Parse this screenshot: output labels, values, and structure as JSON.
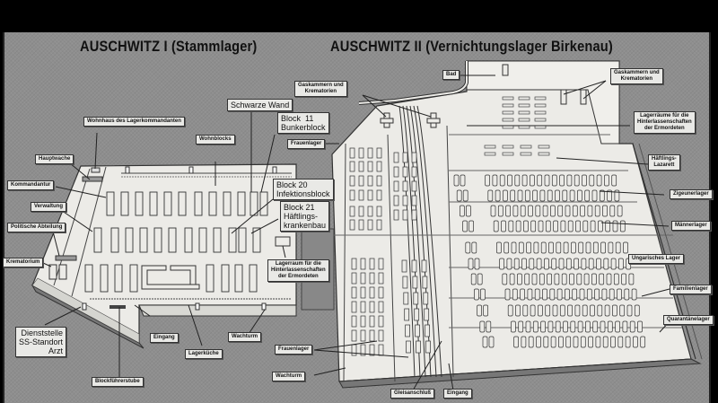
{
  "titles": {
    "auschwitz1": "AUSCHWITZ I  (Stammlager)",
    "auschwitz2": "AUSCHWITZ II  (Vernichtungslager Birkenau)"
  },
  "colors": {
    "background": "#8e8e8e",
    "camp_ground": "#ecebe7",
    "ink": "#222222",
    "frame": "#000000"
  },
  "auschwitz1_labels": {
    "wohnhaus": "Wohnhaus des Lagerkommandanten",
    "hauptwache": "Hauptwache",
    "kommandantur": "Kommandantur",
    "verwaltung": "Verwaltung",
    "politische": "Politische Abteilung",
    "krematorium": "Krematorium",
    "wohnblocks": "Wohnblocks",
    "schwarze_wand": "Schwarze Wand",
    "block11": "Block  11\nBunkerblock",
    "block20": "Block 20\nInfektionsblock",
    "block21": "Block 21\nHäftlings-\nkrankenbau",
    "lagerraum": "Lagerraum für die\nHinterlassenschaften\nder Ermordeten",
    "dienststelle": "Dienststelle\nSS-Standort\nArzt",
    "eingang": "Eingang",
    "lagerkueche": "Lagerküche",
    "wachturm": "Wachturm",
    "blockfuehrerstube": "Blockführerstube"
  },
  "auschwitz2_labels": {
    "bad": "Bad",
    "gaskammern_left": "Gaskammern und\nKrematorien",
    "gaskammern_right": "Gaskammern und\nKrematorien",
    "frauenlager_top": "Frauenlager",
    "lagerraeume": "Lagerräume für die\nHinterlassenschaften\nder Ermordeten",
    "haeftlingslazarett": "Häftlings-\nLazarett",
    "zigeunerlager": "Zigeunerlager",
    "maennerlager": "Männerlager",
    "ungarisches": "Ungarisches Lager",
    "familienlager": "Familienlager",
    "quarantaene": "Quarantänelager",
    "frauenlager_bottom": "Frauenlager",
    "wachturm": "Wachturm",
    "gleisanschluss": "Gleisanschluß",
    "eingang": "Eingang"
  }
}
